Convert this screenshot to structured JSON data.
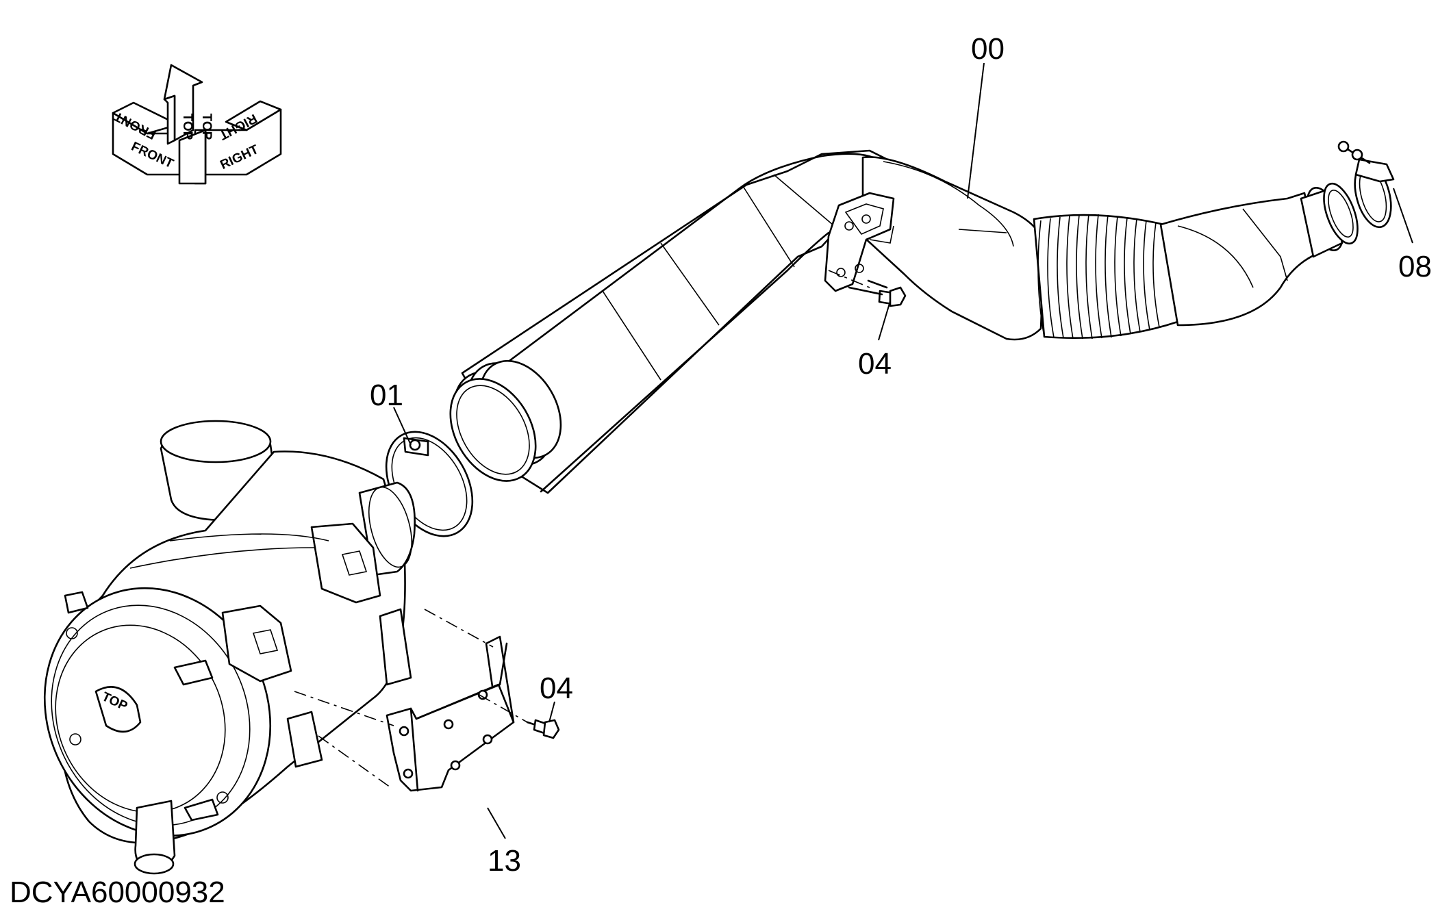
{
  "orientation_labels": {
    "front_top": "FRONT",
    "front_bottom": "FRONT",
    "top_left": "TOP",
    "top_right": "TOP",
    "right_top": "RIGHT",
    "right_bottom": "RIGHT"
  },
  "callouts": {
    "hose": "00",
    "clamp_large": "01",
    "bolt_upper": "04",
    "bolt_lower": "04",
    "clamp_small": "08",
    "bracket": "13"
  },
  "drawing_id": "DCYA60000932",
  "air_cleaner_cap_text": "TOP"
}
